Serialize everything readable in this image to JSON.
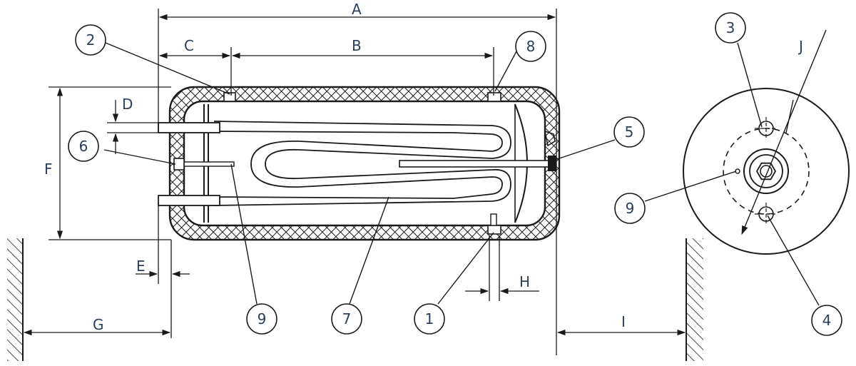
{
  "dimension_labels": {
    "A": "A",
    "B": "B",
    "C": "C",
    "D": "D",
    "E": "E",
    "F": "F",
    "G": "G",
    "H": "H",
    "I": "I",
    "J": "J"
  },
  "callouts": {
    "c1": "1",
    "c2": "2",
    "c3": "3",
    "c4": "4",
    "c5": "5",
    "c6": "6",
    "c7": "7",
    "c8": "8",
    "c9a": "9",
    "c9b": "9"
  },
  "colors": {
    "stroke": "#1a1a1a",
    "label": "#2b3f5a",
    "background": "#ffffff"
  }
}
